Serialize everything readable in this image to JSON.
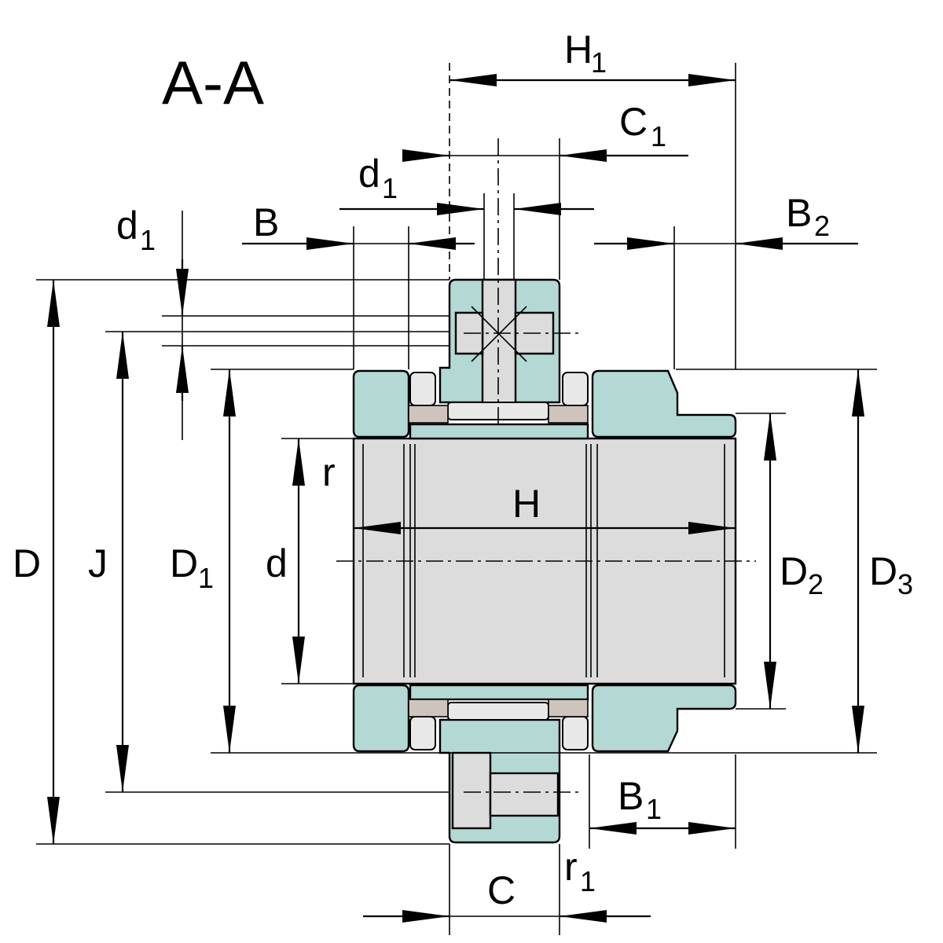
{
  "section_title": "A-A",
  "dimensions": {
    "H1": {
      "main": "H",
      "sub": "1"
    },
    "C1": {
      "main": "C",
      "sub": "1"
    },
    "d1_top": {
      "main": "d",
      "sub": "1"
    },
    "d1_left": {
      "main": "d",
      "sub": "1"
    },
    "B": {
      "main": "B",
      "sub": ""
    },
    "B2": {
      "main": "B",
      "sub": "2"
    },
    "r": {
      "main": "r",
      "sub": ""
    },
    "H": {
      "main": "H",
      "sub": ""
    },
    "D": {
      "main": "D",
      "sub": ""
    },
    "J": {
      "main": "J",
      "sub": ""
    },
    "D1": {
      "main": "D",
      "sub": "1"
    },
    "d": {
      "main": "d",
      "sub": ""
    },
    "D2": {
      "main": "D",
      "sub": "2"
    },
    "D3": {
      "main": "D",
      "sub": "3"
    },
    "B1": {
      "main": "B",
      "sub": "1"
    },
    "C": {
      "main": "C",
      "sub": ""
    },
    "r1": {
      "main": "r",
      "sub": "1"
    }
  },
  "colors": {
    "housing": "#b4d9d5",
    "shaft": "#dcdcdc",
    "cage": "#cfc3bd"
  }
}
